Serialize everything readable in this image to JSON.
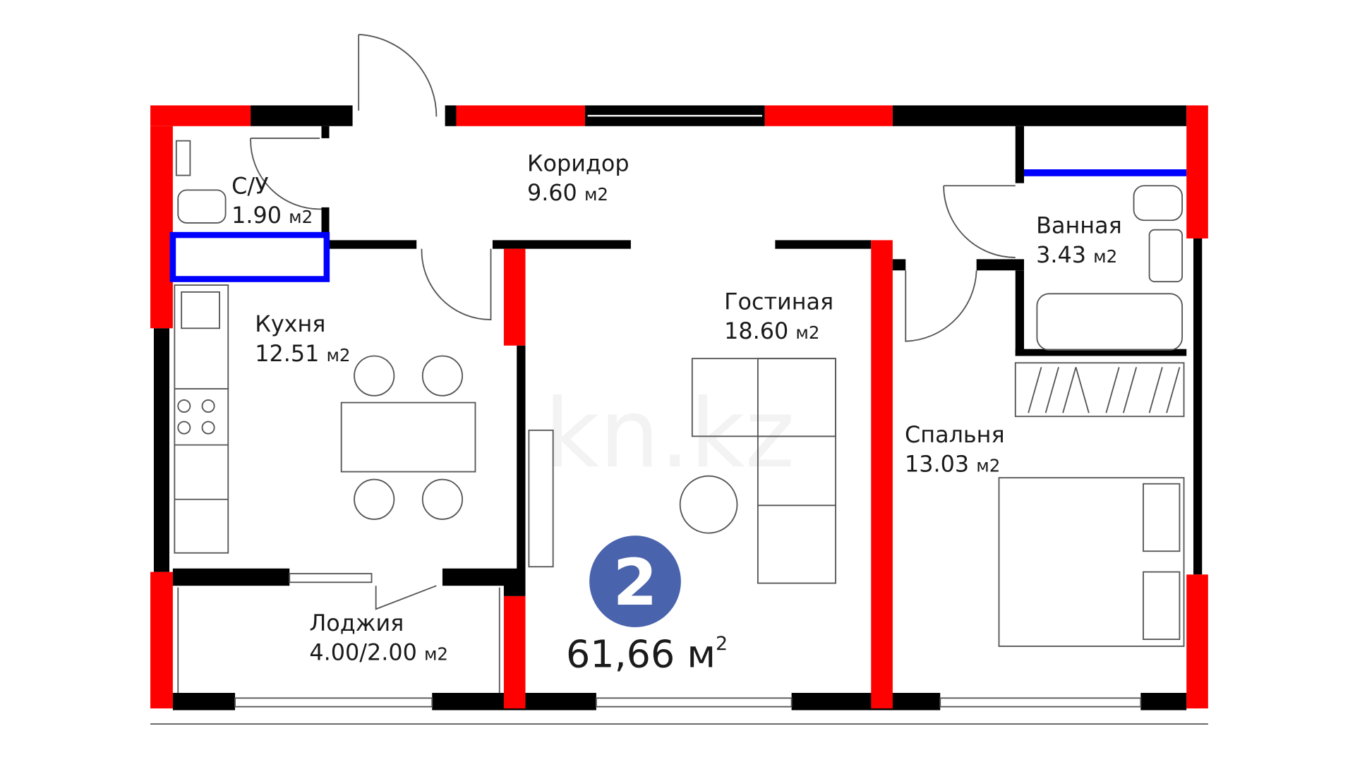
{
  "rooms": [
    {
      "name": "Коридор",
      "area": "9.60",
      "unit": "м2"
    },
    {
      "name": "С/У",
      "area": "1.90",
      "unit": "м2"
    },
    {
      "name": "Кухня",
      "area": "12.51",
      "unit": "м2"
    },
    {
      "name": "Гостиная",
      "area": "18.60",
      "unit": "м2"
    },
    {
      "name": "Ванная",
      "area": "3.43",
      "unit": "м2"
    },
    {
      "name": "Спальня",
      "area": "13.03",
      "unit": "м2"
    },
    {
      "name": "Лоджия",
      "area": "4.00/2.00",
      "unit": "м2"
    }
  ],
  "rooms_count": "2",
  "total_area": {
    "value": "61,66",
    "unit": "м",
    "sup": "2"
  },
  "watermark": "kn.kz",
  "colors": {
    "bearing_wall": "#ff0000",
    "wall": "#000000",
    "shaft": "#0000ff",
    "badge": "#4a63ad"
  }
}
